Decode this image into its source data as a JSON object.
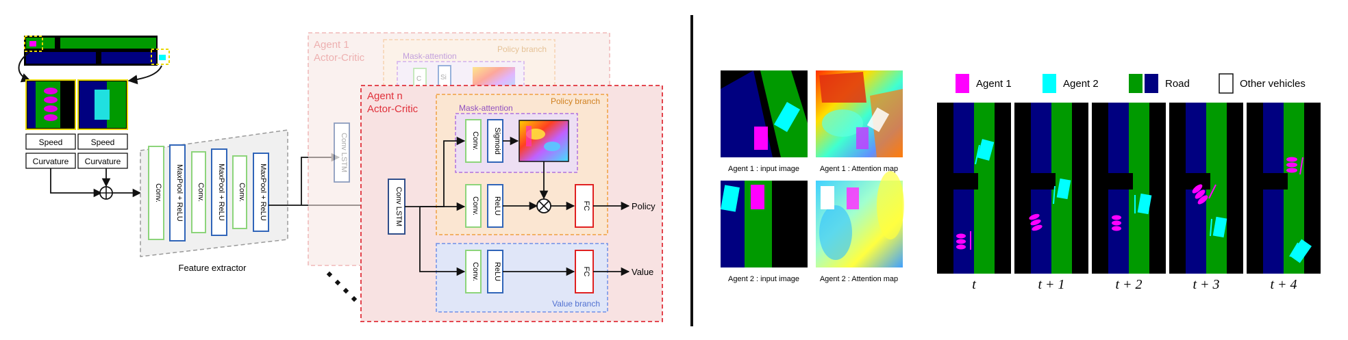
{
  "architecture": {
    "inputs": {
      "speed_labels": [
        "Speed",
        "Speed"
      ],
      "curvature_labels": [
        "Curvature",
        "Curvature"
      ]
    },
    "feature_extractor": {
      "label": "Feature  extractor",
      "layers": [
        "Conv.",
        "MaxPool + ReLU",
        "Conv.",
        "MaxPool + ReLU",
        "Conv.",
        "MaxPool + ReLU"
      ]
    },
    "agent1": {
      "title_line1": "Agent 1",
      "title_line2": "Actor-Critic",
      "conv_lstm": "Conv LSTM",
      "mask_attention": "Mask-attention",
      "policy_branch": "Policy branch",
      "partial_conv": "C",
      "partial_sig": "Si"
    },
    "agent_n": {
      "title_line1": "Agent n",
      "title_line2": "Actor-Critic",
      "conv_lstm": "Conv LSTM",
      "mask_attention": "Mask-attention",
      "policy_branch": "Policy branch",
      "value_branch": "Value branch",
      "attn_conv": "Conv.",
      "attn_sigmoid": "Sigmoid",
      "policy_conv": "Conv.",
      "policy_relu": "ReLU",
      "policy_fc": "FC",
      "value_conv": "Conv.",
      "value_relu": "ReLU",
      "value_fc": "FC",
      "policy_output": "Policy",
      "value_output": "Value"
    }
  },
  "visualization": {
    "captions": {
      "agent1_input": "Agent 1 : input image",
      "agent1_attention": "Agent 1 : Attention map",
      "agent2_input": "Agent 2 : input image",
      "agent2_attention": "Agent 2 : Attention map"
    },
    "legend": {
      "agent1": "Agent 1",
      "agent2": "Agent 2",
      "road": "Road",
      "other": "Other vehicles"
    },
    "timesteps": [
      "t",
      "t + 1",
      "t + 2",
      "t + 3",
      "t + 4"
    ],
    "colors": {
      "agent1": "#ff00ff",
      "agent2": "#00ffff",
      "road_green": "#009a00",
      "road_blue": "#000080",
      "background": "#000000",
      "branch_orange": "#f0a040",
      "branch_blue": "#6f8fe8",
      "mask_purple": "#b070e0",
      "agent_red": "#e0303a",
      "conv_green": "#8cd47a",
      "relu_blue": "#2f64b8",
      "fc_red": "#e02020"
    }
  }
}
